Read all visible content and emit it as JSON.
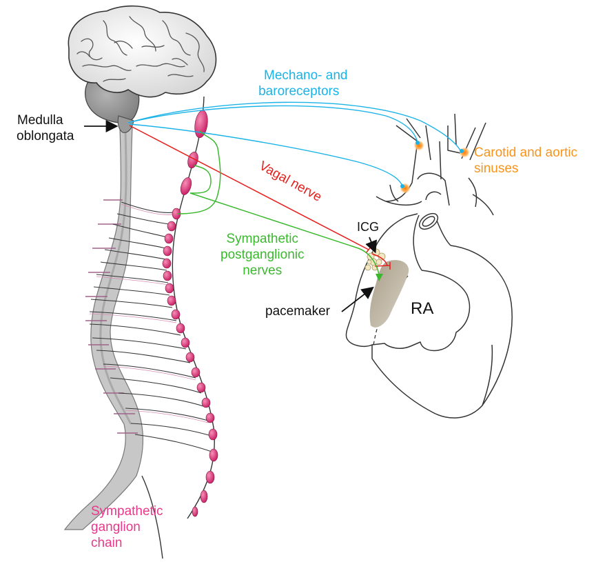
{
  "labels": {
    "medulla_line1": "Medulla",
    "medulla_line2": "oblongata",
    "mechano_line1": "Mechano- and",
    "mechano_line2": "baroreceptors",
    "carotid_line1": "Carotid and aortic",
    "carotid_line2": "sinuses",
    "vagal": "Vagal nerve",
    "icg": "ICG",
    "symp_post_line1": "Sympathetic",
    "symp_post_line2": "postganglionic",
    "symp_post_line3": "nerves",
    "pacemaker": "pacemaker",
    "ra": "RA",
    "chain_line1": "Sympathetic",
    "chain_line2": "ganglion",
    "chain_line3": "chain"
  },
  "colors": {
    "baroreceptor_nerve": "#1ab3e8",
    "sinus_marker": "#f7941d",
    "vagal_nerve": "#e5201d",
    "sympathetic_nerve": "#3bb82e",
    "ganglion": "#e0457f",
    "spinal_cord": "#bdbdbd",
    "brain": "#eeeeee",
    "cerebellum": "#9a9a9a",
    "pacemaker_region": "#b5ab98"
  },
  "icons": [
    "brain-icon",
    "heart-icon",
    "spinal-cord-icon"
  ]
}
